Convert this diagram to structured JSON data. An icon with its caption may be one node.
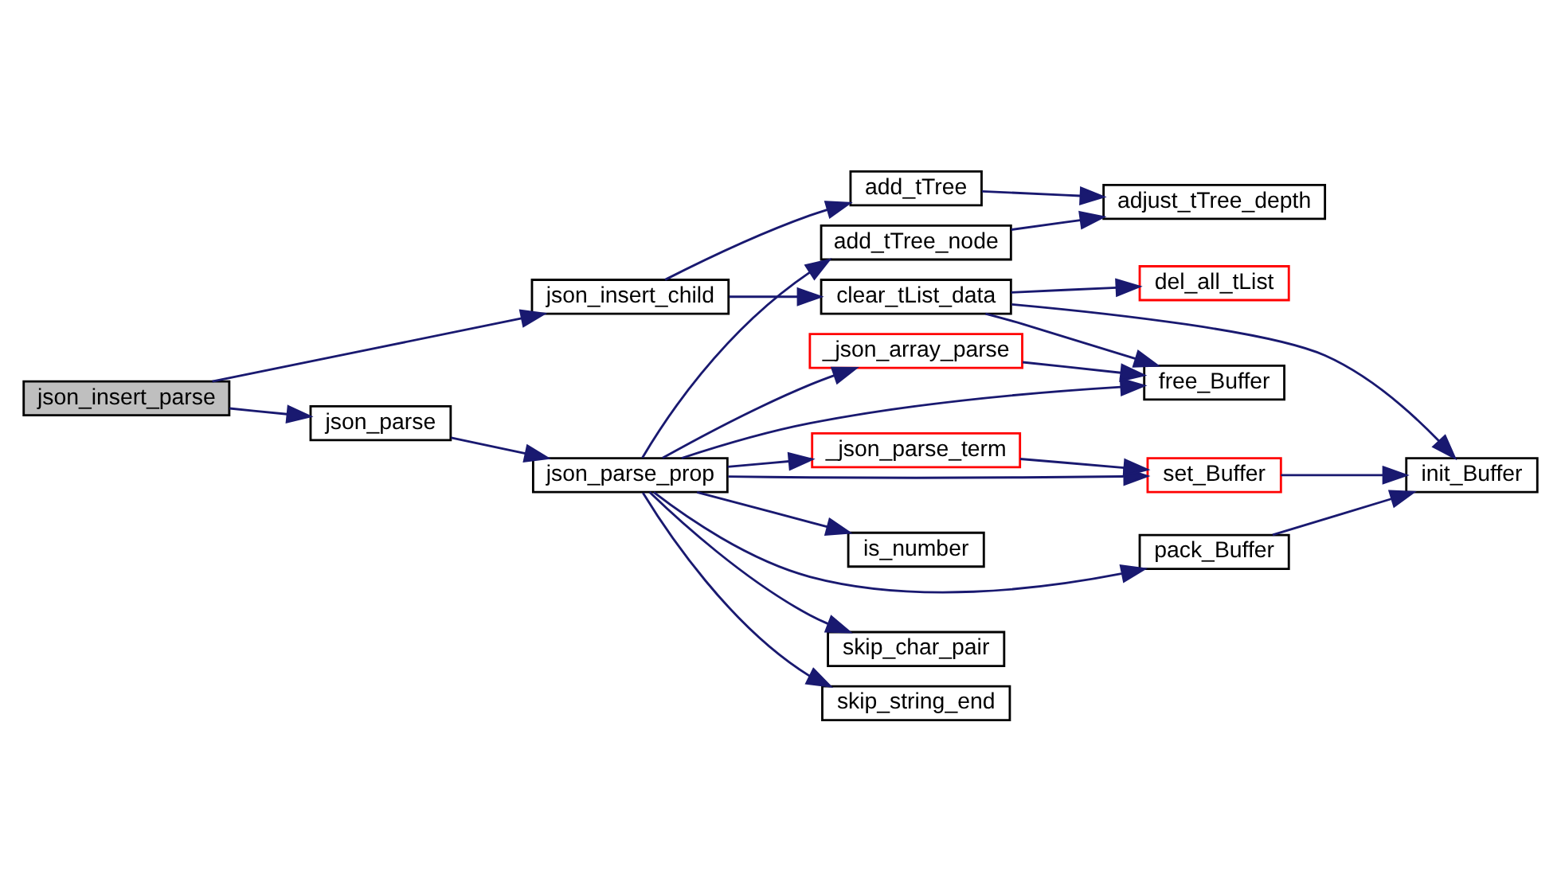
{
  "diagram": {
    "nodes": [
      {
        "text": [
          "json_insert_parse"
        ]
      },
      {
        "text": [
          "json_insert_child"
        ]
      },
      {
        "text": [
          "json_parse"
        ]
      },
      {
        "text": [
          "add_tTree"
        ]
      },
      {
        "text": [
          "add_tTree_node"
        ]
      },
      {
        "text": [
          "clear_tList_data"
        ]
      },
      {
        "text": [
          "adjust_tTree_depth"
        ]
      },
      {
        "text": [
          "del_all_tList"
        ]
      },
      {
        "text": [
          "json_parse_prop"
        ]
      },
      {
        "text": [
          "_json_array_parse"
        ]
      },
      {
        "text": [
          "_json_parse_term"
        ]
      },
      {
        "text": [
          "free_Buffer"
        ]
      },
      {
        "text": [
          "set_Buffer"
        ]
      },
      {
        "text": [
          "init_Buffer"
        ]
      },
      {
        "text": [
          "is_number"
        ]
      },
      {
        "text": [
          "pack_Buffer"
        ]
      },
      {
        "text": [
          "skip_char_pair"
        ]
      },
      {
        "text": [
          "skip_string_end"
        ]
      }
    ],
    "edges": [
      {
        "from": 0,
        "to": 1,
        "arrow": "to"
      },
      {
        "from": 0,
        "to": 2,
        "arrow": "to"
      },
      {
        "from": 1,
        "to": 3,
        "arrow": "to"
      },
      {
        "from": 1,
        "to": 5,
        "arrow": "to"
      },
      {
        "from": 3,
        "to": 6,
        "arrow": "to"
      },
      {
        "from": 4,
        "to": 6,
        "arrow": "to"
      },
      {
        "from": 5,
        "to": 7,
        "arrow": "to"
      },
      {
        "from": 5,
        "to": 11,
        "arrow": "to"
      },
      {
        "from": 5,
        "to": 13,
        "arrow": "to"
      },
      {
        "from": 2,
        "to": 8,
        "arrow": "to"
      },
      {
        "from": 8,
        "to": 4,
        "arrow": "to"
      },
      {
        "from": 8,
        "to": 11,
        "arrow": "to"
      },
      {
        "from": 8,
        "to": 9,
        "arrow": "to"
      },
      {
        "from": 8,
        "to": 10,
        "arrow": "to"
      },
      {
        "from": 8,
        "to": 12,
        "arrow": "to"
      },
      {
        "from": 8,
        "to": 14,
        "arrow": "to"
      },
      {
        "from": 8,
        "to": 15,
        "arrow": "to"
      },
      {
        "from": 8,
        "to": 16,
        "arrow": "to"
      },
      {
        "from": 8,
        "to": 17,
        "arrow": "to"
      },
      {
        "from": 9,
        "to": 11,
        "arrow": "to"
      },
      {
        "from": 10,
        "to": 12,
        "arrow": "to"
      },
      {
        "from": 12,
        "to": 13,
        "arrow": "to"
      },
      {
        "from": 15,
        "to": 13,
        "arrow": "to"
      }
    ]
  }
}
